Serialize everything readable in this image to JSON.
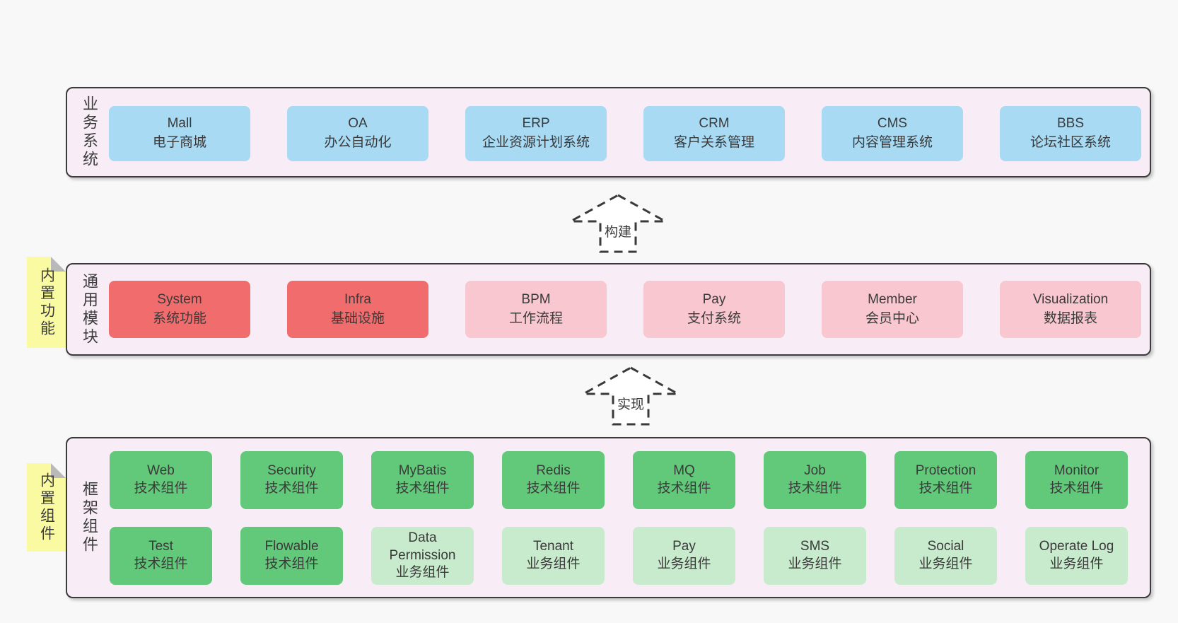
{
  "page": {
    "background": "#f8f8f8"
  },
  "arrows": {
    "build": "构建",
    "implement": "实现"
  },
  "colors": {
    "container_fill": "#f8edf6",
    "container_border": "#3b3b3b",
    "business_box": "#a8daf4",
    "module_emphasis": "#f16d6d",
    "module_normal": "#f9c7cf",
    "component_emphasis": "#63c97a",
    "component_normal": "#c9ebcd",
    "sticky": "#fafaa3"
  },
  "layers": {
    "business": {
      "label": "业务系统",
      "boxes": [
        {
          "title": "Mall",
          "subtitle": "电子商城"
        },
        {
          "title": "OA",
          "subtitle": "办公自动化"
        },
        {
          "title": "ERP",
          "subtitle": "企业资源计划系统"
        },
        {
          "title": "CRM",
          "subtitle": "客户关系管理"
        },
        {
          "title": "CMS",
          "subtitle": "内容管理系统"
        },
        {
          "title": "BBS",
          "subtitle": "论坛社区系统"
        }
      ]
    },
    "modules": {
      "label": "通用模块",
      "sticky": "内置功能",
      "boxes": [
        {
          "title": "System",
          "subtitle": "系统功能"
        },
        {
          "title": "Infra",
          "subtitle": "基础设施"
        },
        {
          "title": "BPM",
          "subtitle": "工作流程"
        },
        {
          "title": "Pay",
          "subtitle": "支付系统"
        },
        {
          "title": "Member",
          "subtitle": "会员中心"
        },
        {
          "title": "Visualization",
          "subtitle": "数据报表"
        }
      ]
    },
    "components": {
      "label": "框架组件",
      "sticky": "内置组件",
      "row1": [
        {
          "title": "Web",
          "subtitle": "技术组件"
        },
        {
          "title": "Security",
          "subtitle": "技术组件"
        },
        {
          "title": "MyBatis",
          "subtitle": "技术组件"
        },
        {
          "title": "Redis",
          "subtitle": "技术组件"
        },
        {
          "title": "MQ",
          "subtitle": "技术组件"
        },
        {
          "title": "Job",
          "subtitle": "技术组件"
        },
        {
          "title": "Protection",
          "subtitle": "技术组件"
        },
        {
          "title": "Monitor",
          "subtitle": "技术组件"
        }
      ],
      "row2": [
        {
          "title": "Test",
          "subtitle": "技术组件"
        },
        {
          "title": "Flowable",
          "subtitle": "技术组件"
        },
        {
          "title": "Data Permission",
          "subtitle": "业务组件"
        },
        {
          "title": "Tenant",
          "subtitle": "业务组件"
        },
        {
          "title": "Pay",
          "subtitle": "业务组件"
        },
        {
          "title": "SMS",
          "subtitle": "业务组件"
        },
        {
          "title": "Social",
          "subtitle": "业务组件"
        },
        {
          "title": "Operate Log",
          "subtitle": "业务组件"
        }
      ]
    }
  }
}
